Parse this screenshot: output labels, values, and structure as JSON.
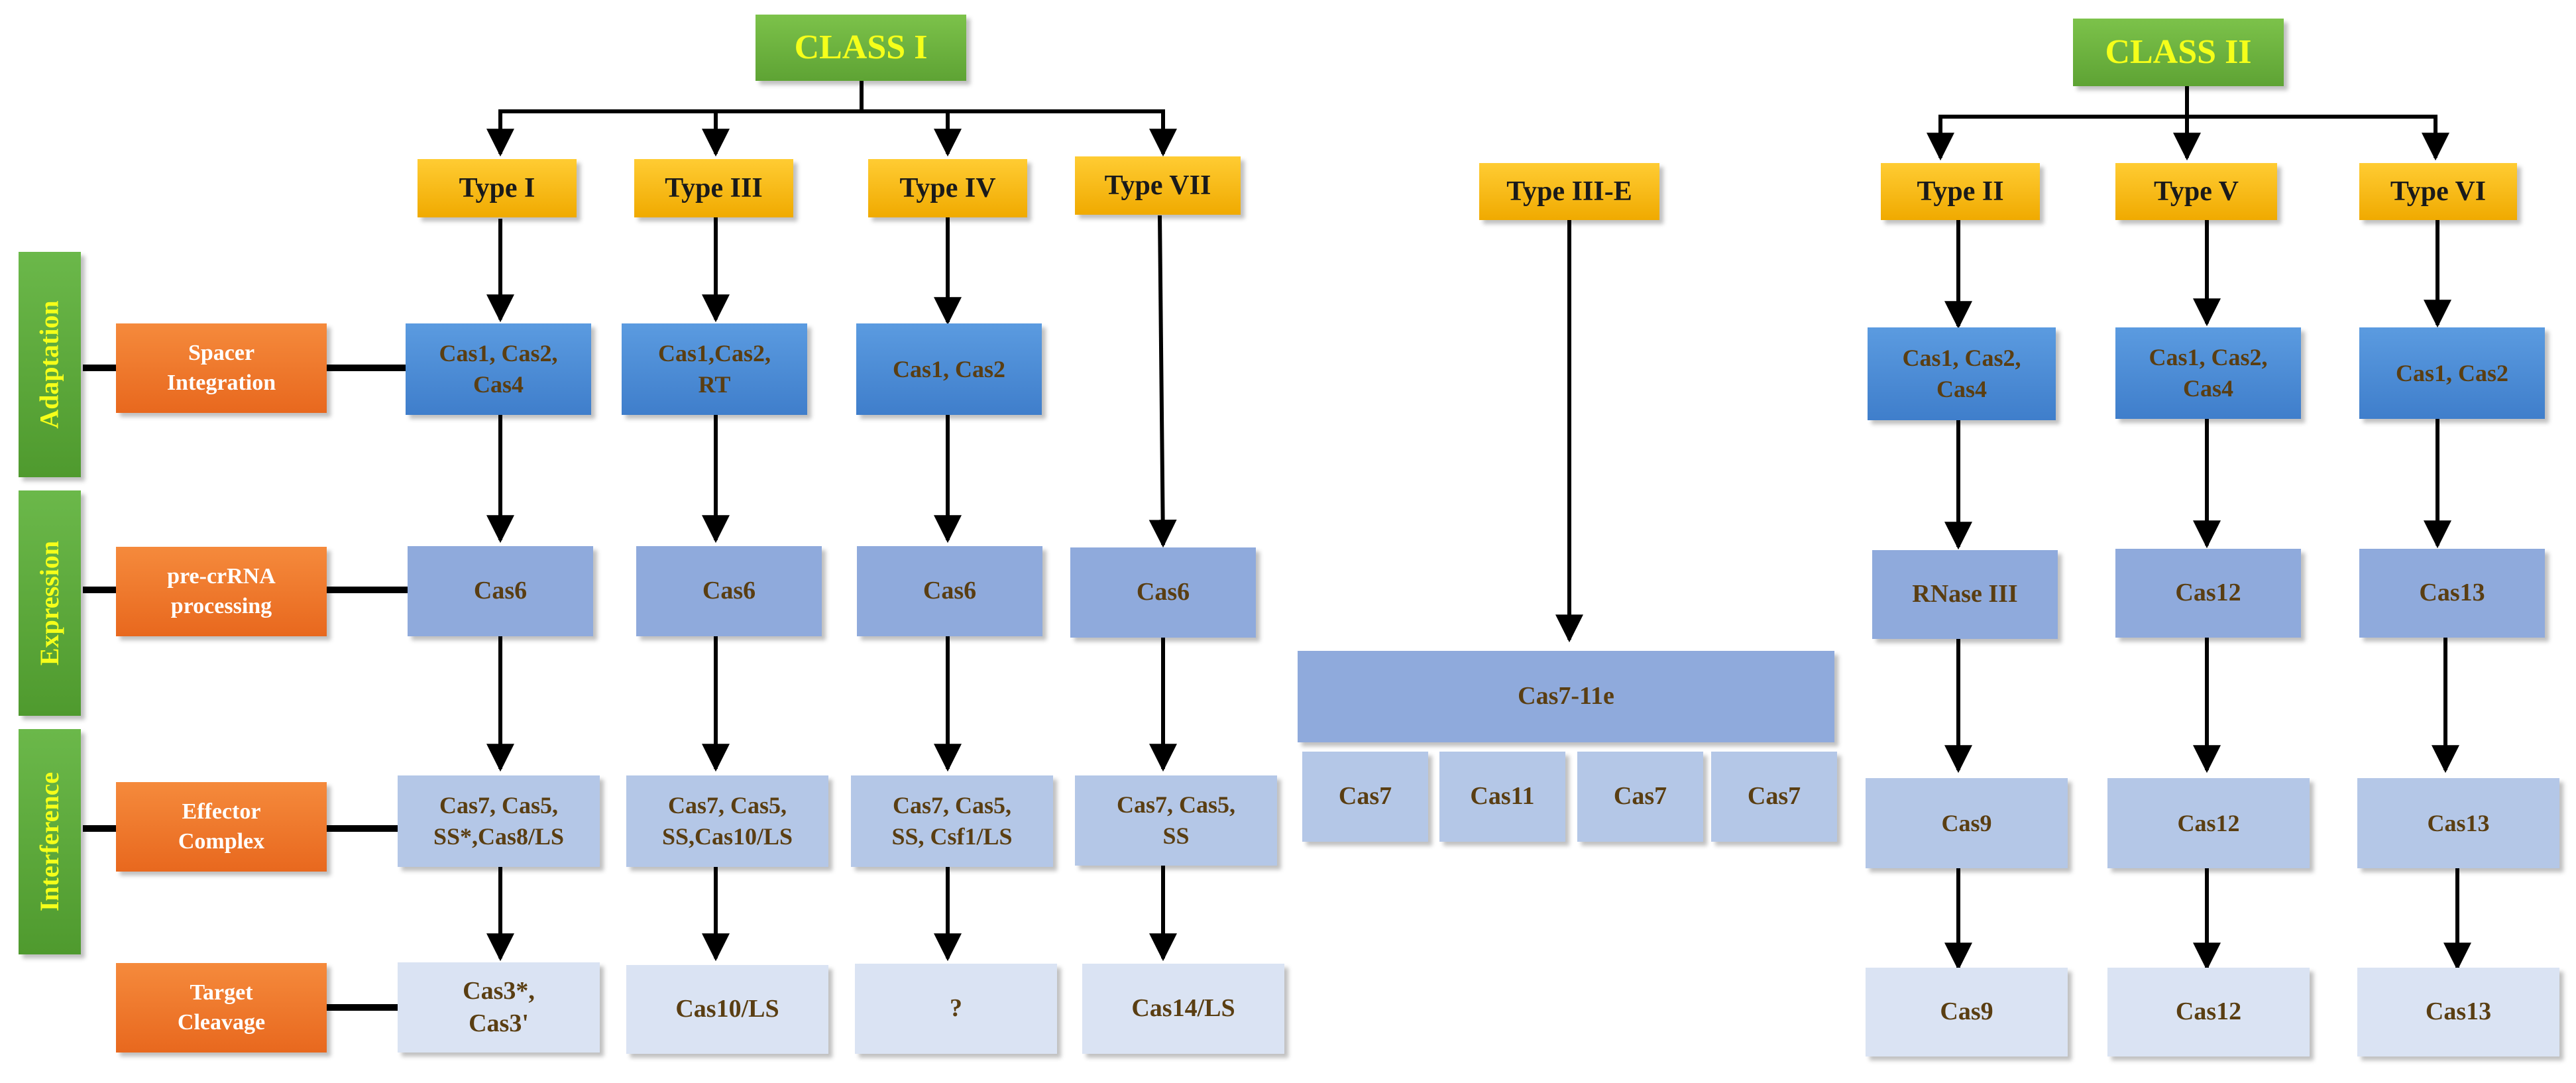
{
  "classes": {
    "class1": "CLASS I",
    "class2": "CLASS II"
  },
  "types": {
    "t1": "Type I",
    "t3": "Type III",
    "t4": "Type IV",
    "t7": "Type VII",
    "t3e": "Type III-E",
    "t2": "Type II",
    "t5": "Type V",
    "t6": "Type VI"
  },
  "stages": {
    "adaptation": "Adaptation",
    "expression": "Expression",
    "interference": "Interference",
    "spacer": "Spacer\nIntegration",
    "precrrna": "pre-crRNA\nprocessing",
    "effector": "Effector\nComplex",
    "target": "Target\nCleavage"
  },
  "adaptation": {
    "t1": "Cas1, Cas2,\nCas4",
    "t3": "Cas1,Cas2,\nRT",
    "t4": "Cas1, Cas2",
    "t2": "Cas1, Cas2,\nCas4",
    "t5": "Cas1, Cas2,\nCas4",
    "t6": "Cas1, Cas2"
  },
  "expression": {
    "t1": "Cas6",
    "t3": "Cas6",
    "t4": "Cas6",
    "t7": "Cas6",
    "t2": "RNase III",
    "t5": "Cas12",
    "t6": "Cas13"
  },
  "interference": {
    "t1": "Cas7, Cas5,\nSS*,Cas8/LS",
    "t3": "Cas7, Cas5,\nSS,Cas10/LS",
    "t4": "Cas7, Cas5,\nSS, Csf1/LS",
    "t7": "Cas7, Cas5,\nSS",
    "t2": "Cas9",
    "t5": "Cas12",
    "t6": "Cas13"
  },
  "cleavage": {
    "t1": "Cas3*,\nCas3'",
    "t3": "Cas10/LS",
    "t4": "?",
    "t7": "Cas14/LS",
    "t2": "Cas9",
    "t5": "Cas12",
    "t6": "Cas13"
  },
  "type3e": {
    "main": "Cas7-11e",
    "subunits": [
      "Cas7",
      "Cas11",
      "Cas7",
      "Cas7"
    ]
  },
  "colors": {
    "class_green": "#5ea334",
    "type_yellow": "#f0aa00",
    "stage_orange": "#e8681e",
    "adaptation_blue": "#4f8fd6",
    "expression_blue": "#8faadc",
    "interference_blue": "#b4c7e7",
    "cleavage_blue": "#dae3f3",
    "text_brown": "#5a3e12",
    "label_yellow": "#f5ff1a"
  }
}
